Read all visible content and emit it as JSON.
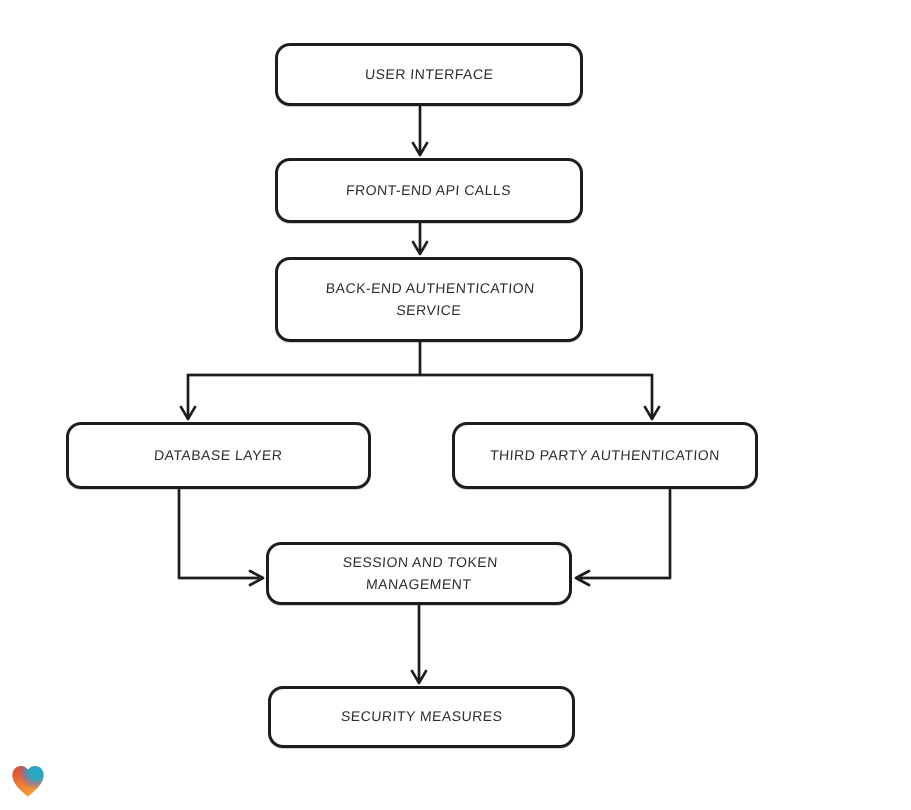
{
  "diagram": {
    "background_color": "#ffffff",
    "stroke_color": "#1d1d1d",
    "text_color": "#2d2d2d",
    "nodes": [
      {
        "id": "user-interface",
        "label": "USER INTERFACE"
      },
      {
        "id": "front-end-api-calls",
        "label": "FRONT-END API CALLS"
      },
      {
        "id": "back-end-authentication-service",
        "label": "BACK-END AUTHENTICATION SERVICE"
      },
      {
        "id": "database-layer",
        "label": "DATABASE LAYER"
      },
      {
        "id": "third-party-authentication",
        "label": "THIRD PARTY AUTHENTICATION"
      },
      {
        "id": "session-and-token-management",
        "label": "SESSION AND TOKEN MANAGEMENT"
      },
      {
        "id": "security-measures",
        "label": "SECURITY MEASURES"
      }
    ],
    "edges": [
      {
        "from": "user-interface",
        "to": "front-end-api-calls"
      },
      {
        "from": "front-end-api-calls",
        "to": "back-end-authentication-service"
      },
      {
        "from": "back-end-authentication-service",
        "to": "database-layer"
      },
      {
        "from": "back-end-authentication-service",
        "to": "third-party-authentication"
      },
      {
        "from": "database-layer",
        "to": "session-and-token-management"
      },
      {
        "from": "third-party-authentication",
        "to": "session-and-token-management"
      },
      {
        "from": "session-and-token-management",
        "to": "security-measures"
      }
    ],
    "logo": {
      "icon": "heart-icon",
      "colors": {
        "red": "#e6402e",
        "orange": "#f5a23c",
        "teal": "#21a8c8",
        "blue": "#4b7bd4"
      }
    }
  }
}
